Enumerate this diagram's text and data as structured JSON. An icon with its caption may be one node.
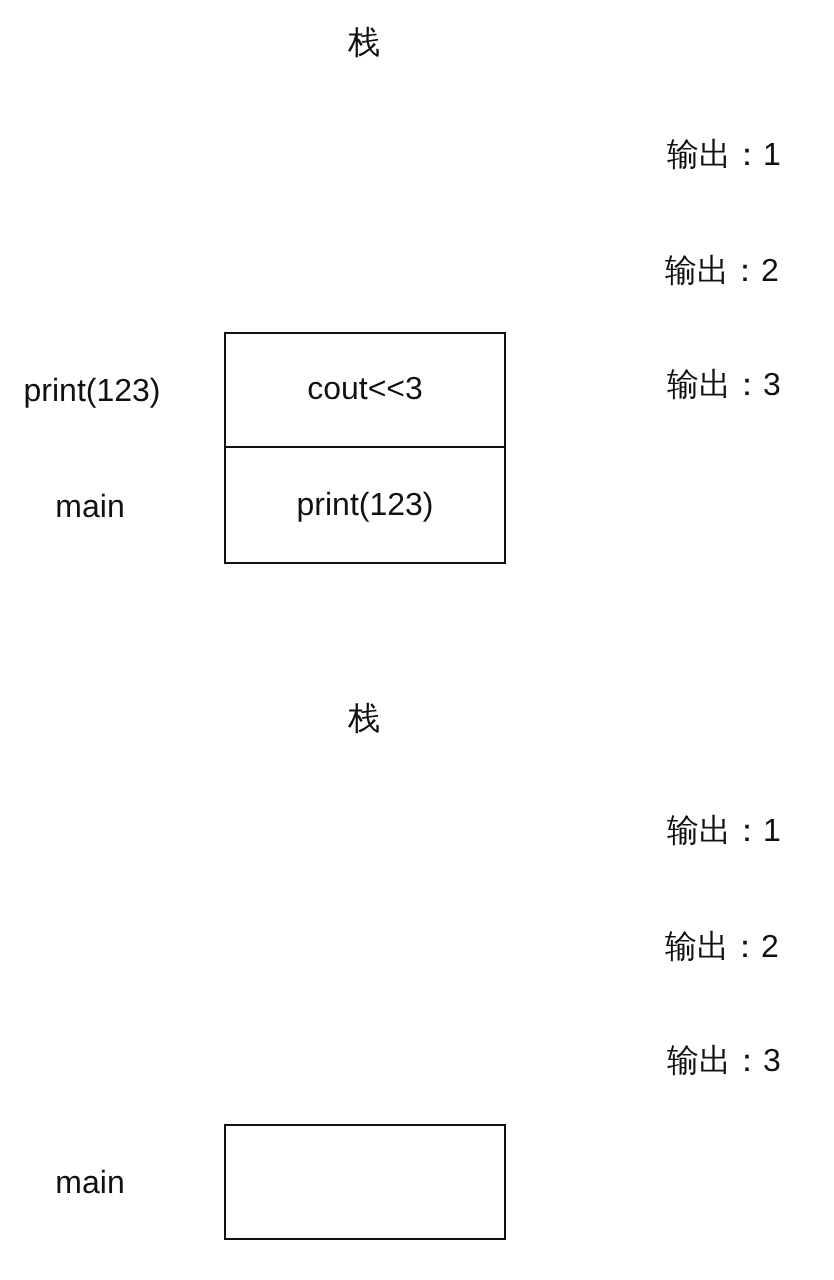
{
  "diagram": {
    "nodes": [
      {
        "text": [
          "cout<<3"
        ],
        "beside": [
          "print(123)"
        ]
      },
      {
        "text": [
          "print(123)"
        ],
        "beside": [
          "main"
        ]
      },
      {
        "text": [],
        "shape": "box",
        "beside": [
          "main"
        ]
      }
    ],
    "labels": [
      "栈",
      "输出：1",
      "输出：2",
      "输出：3",
      "栈",
      "输出：1",
      "输出：2",
      "输出：3"
    ]
  }
}
